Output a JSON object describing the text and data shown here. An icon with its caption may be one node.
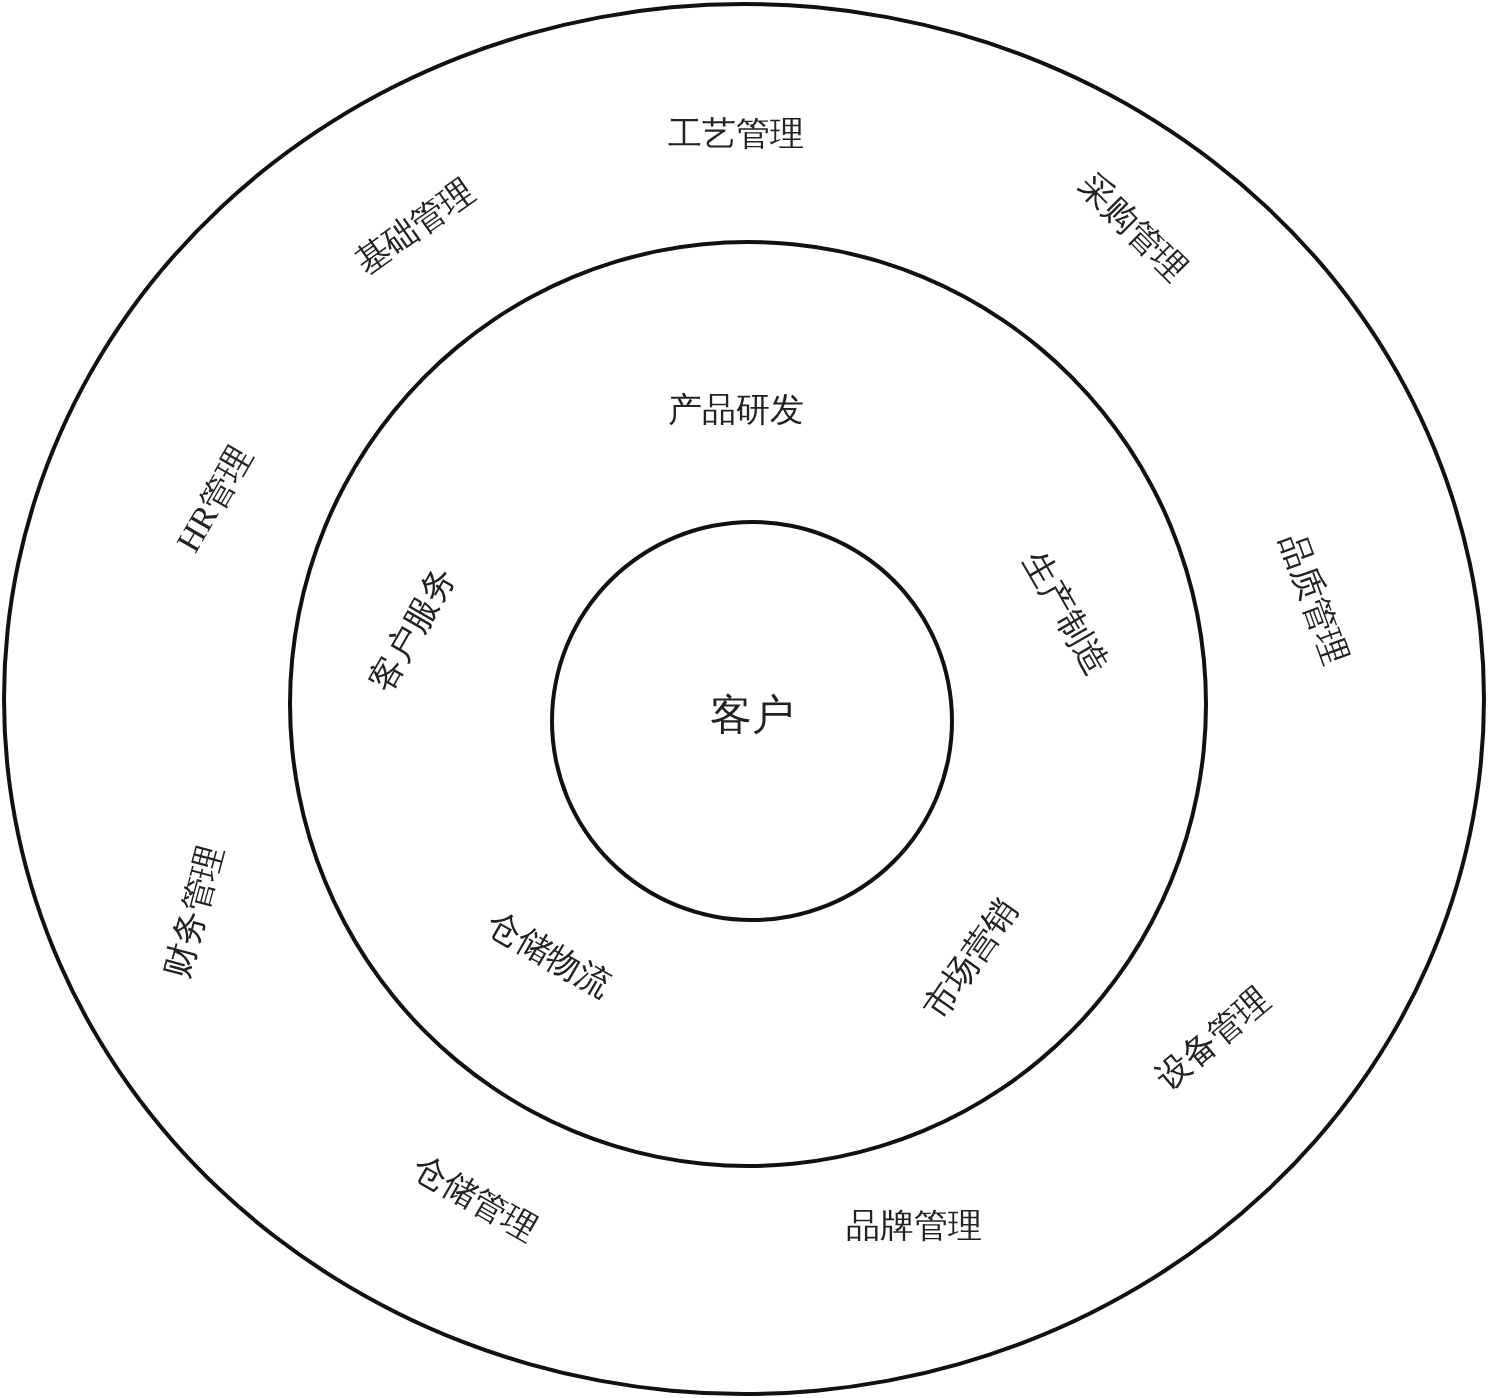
{
  "diagram": {
    "nodes": [
      {
        "text": [
          "工艺管理",
          "采购管理",
          "品质管理",
          "设备管理",
          "品牌管理",
          "仓储管理",
          "财务管理",
          "HR管理",
          "基础管理"
        ]
      },
      {
        "text": [
          "产品研发",
          "生产制造",
          "市场营销",
          "仓储物流",
          "客户服务"
        ],
        "in": 0
      },
      {
        "text": [
          "客户"
        ],
        "in": 1
      }
    ]
  }
}
